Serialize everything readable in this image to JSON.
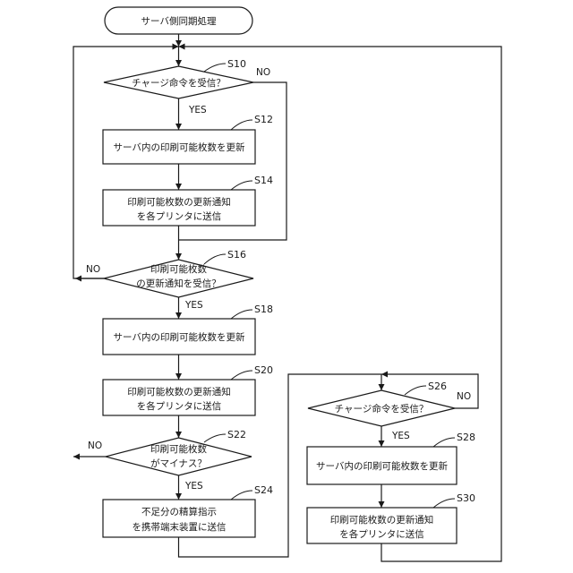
{
  "flowchart": {
    "start": "サーバ側同期処理",
    "s10": {
      "step": "S10",
      "text": "チャージ命令を受信？",
      "yes": "YES",
      "no": "NO"
    },
    "s12": {
      "step": "S12",
      "text": "サーバ内の印刷可能枚数を更新"
    },
    "s14": {
      "step": "S14",
      "line1": "印刷可能枚数の更新通知",
      "line2": "を各プリンタに送信"
    },
    "s16": {
      "step": "S16",
      "line1": "印刷可能枚数",
      "line2": "の更新通知を受信？",
      "yes": "YES",
      "no": "NO"
    },
    "s18": {
      "step": "S18",
      "text": "サーバ内の印刷可能枚数を更新"
    },
    "s20": {
      "step": "S20",
      "line1": "印刷可能枚数の更新通知",
      "line2": "を各プリンタに送信"
    },
    "s22": {
      "step": "S22",
      "line1": "印刷可能枚数",
      "line2": "がマイナス？",
      "yes": "YES",
      "no": "NO"
    },
    "s24": {
      "step": "S24",
      "line1": "不足分の精算指示",
      "line2": "を携帯端末装置に送信"
    },
    "s26": {
      "step": "S26",
      "text": "チャージ命令を受信？",
      "yes": "YES",
      "no": "NO"
    },
    "s28": {
      "step": "S28",
      "text": "サーバ内の印刷可能枚数を更新"
    },
    "s30": {
      "step": "S30",
      "line1": "印刷可能枚数の更新通知",
      "line2": "を各プリンタに送信"
    }
  }
}
